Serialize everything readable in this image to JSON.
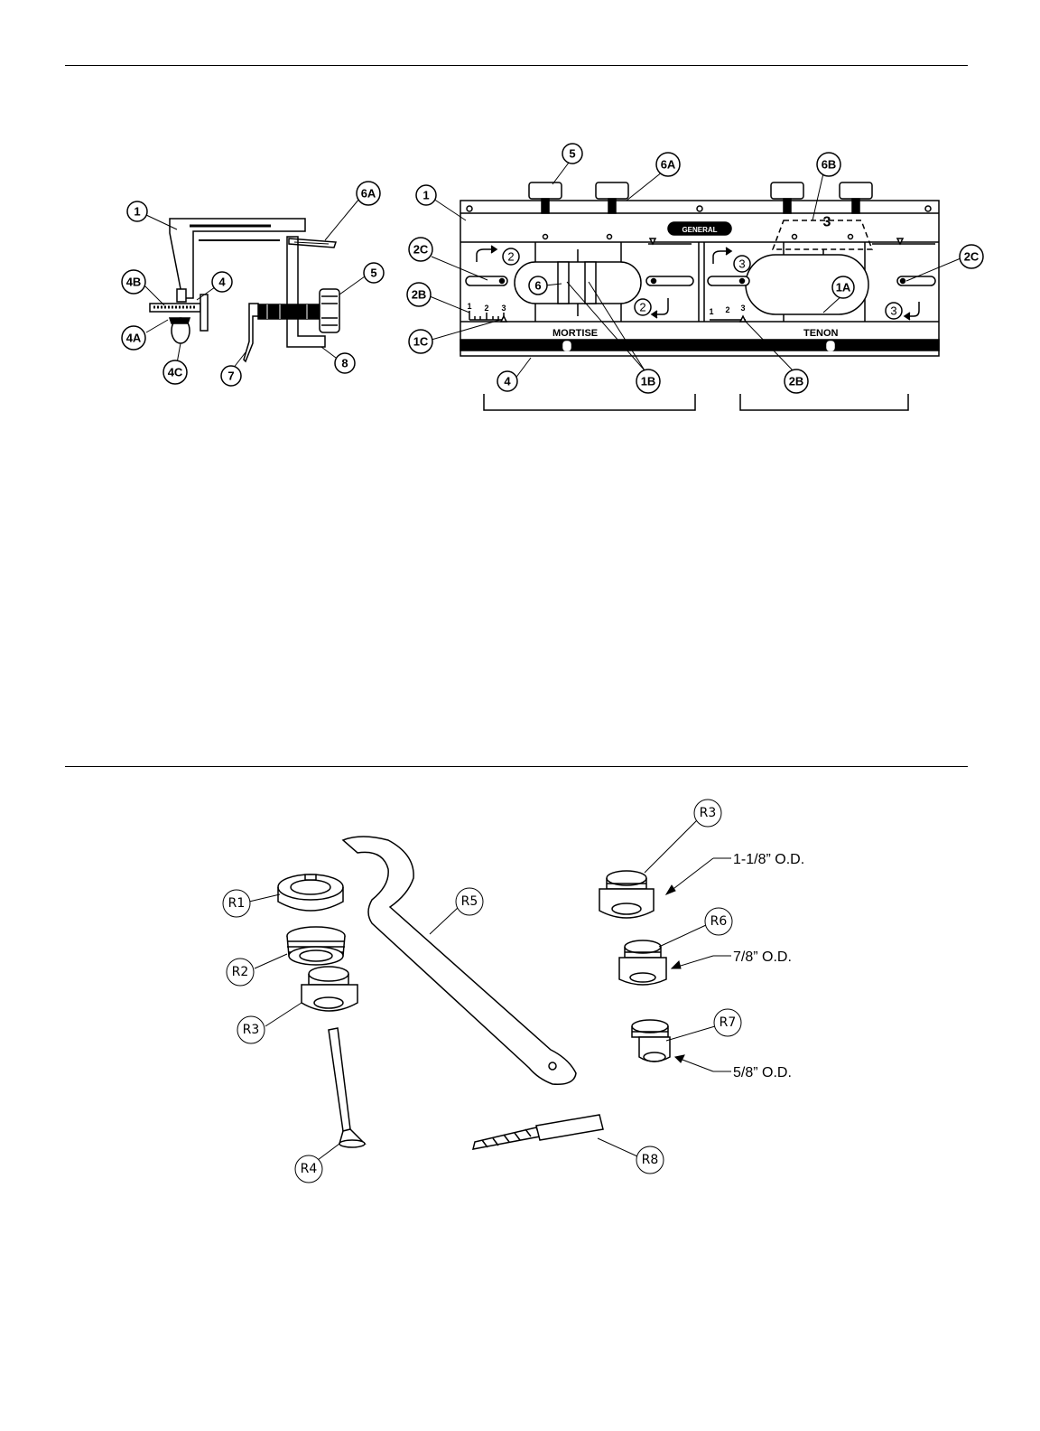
{
  "top_figure": {
    "side_view_callouts": [
      "1",
      "6A",
      "4B",
      "4",
      "5",
      "4A",
      "4C",
      "7",
      "8"
    ],
    "front_view_callouts": [
      "5",
      "6A",
      "6B",
      "1",
      "2C",
      "2",
      "2B",
      "6",
      "1C",
      "4",
      "1B",
      "2B",
      "1A",
      "3",
      "2C",
      "3",
      "2",
      "3"
    ],
    "front_view_labels": {
      "mortise": "MORTISE",
      "tenon": "TENON",
      "brand": "GENERAL"
    },
    "scale_ticks": [
      "1",
      "2",
      "3"
    ]
  },
  "bottom_figure": {
    "part_callouts": [
      "R1",
      "R2",
      "R3",
      "R4",
      "R5",
      "R3",
      "R6",
      "R7",
      "R8"
    ],
    "od_labels": [
      "1-1/8” O.D.",
      "7/8” O.D.",
      "5/8” O.D."
    ]
  }
}
